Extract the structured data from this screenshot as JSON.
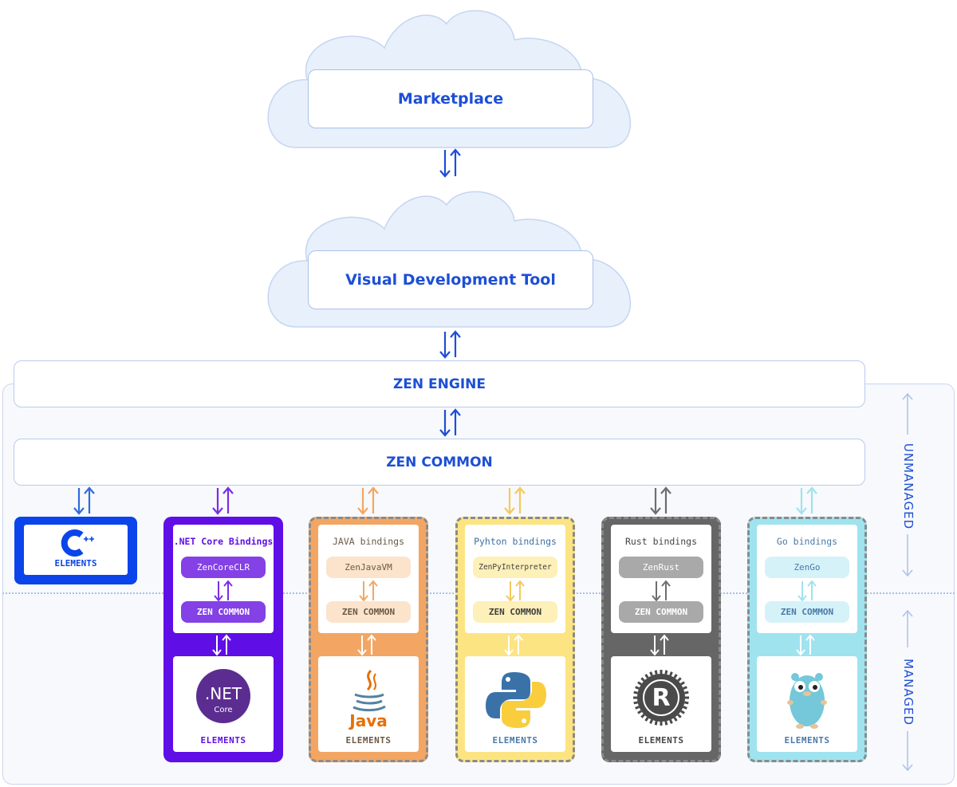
{
  "cloud_top": {
    "label": "Marketplace"
  },
  "cloud_mid": {
    "label": "Visual Development Tool"
  },
  "engine": {
    "label": "ZEN ENGINE"
  },
  "common": {
    "label": "ZEN COMMON"
  },
  "side_labels": {
    "unmanaged": "UNMANAGED",
    "managed": "MANAGED"
  },
  "cpp": {
    "logo_text": "C",
    "logo_sup": "++",
    "label": "ELEMENTS"
  },
  "columns": [
    {
      "id": "dotnet",
      "title": ".NET Core Bindings",
      "runtime": "ZenCoreCLR",
      "common": "ZEN COMMON",
      "elements": "ELEMENTS",
      "logo_main": ".NET",
      "logo_sub": "Core",
      "colors": {
        "bg": "#5f0ee6",
        "title": "#5f0ee6",
        "pill_bg": "#8341e6",
        "pill_text": "#ffffff",
        "arrow": "#7a2ee6",
        "elements": "#5f0ee6"
      }
    },
    {
      "id": "java",
      "title": "JAVA bindings",
      "runtime": "ZenJavaVM",
      "common": "ZEN COMMON",
      "elements": "ELEMENTS",
      "logo_main": "Java",
      "colors": {
        "bg": "#f3a664",
        "title": "#6b5a45",
        "pill_bg": "#fbe3cc",
        "pill_text": "#6b5a45",
        "arrow": "#f3a664",
        "elements": "#6b5a45"
      }
    },
    {
      "id": "python",
      "title": "Pyhton bindings",
      "runtime": "ZenPyInterpreter",
      "common": "ZEN COMMON",
      "elements": "ELEMENTS",
      "colors": {
        "bg": "#fde483",
        "title": "#3f6fa0",
        "pill_bg": "#fdf0b8",
        "pill_text": "#3f3f3f",
        "arrow": "#f5c85e",
        "elements": "#4a7aa8"
      }
    },
    {
      "id": "rust",
      "title": "Rust bindings",
      "runtime": "ZenRust",
      "common": "ZEN COMMON",
      "elements": "ELEMENTS",
      "logo_main": "R",
      "colors": {
        "bg": "#666666",
        "title": "#444444",
        "pill_bg": "#a9a9a9",
        "pill_text": "#ffffff",
        "arrow": "#6e6e6e",
        "elements": "#444444"
      }
    },
    {
      "id": "go",
      "title": "Go bindings",
      "runtime": "ZenGo",
      "common": "ZEN COMMON",
      "elements": "ELEMENTS",
      "colors": {
        "bg": "#9fe3ef",
        "title": "#4a7aa8",
        "pill_bg": "#d5f2f8",
        "pill_text": "#4a7aa8",
        "arrow": "#9fe3ef",
        "elements": "#4a7aa8"
      }
    }
  ],
  "accent": "#1d4fd6"
}
